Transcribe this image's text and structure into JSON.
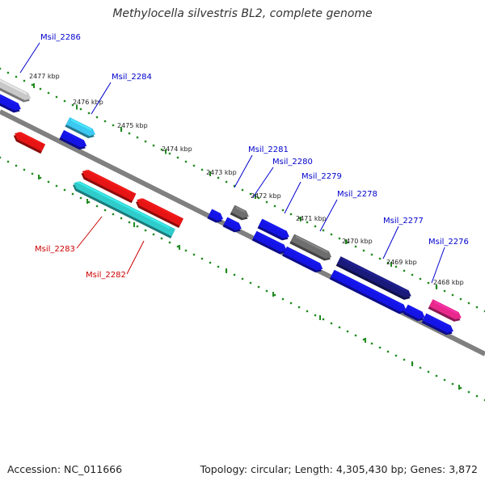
{
  "title": "Methylocella silvestris BL2, complete genome",
  "footer": {
    "accession": "Accession: NC_011666",
    "topology": "Topology: circular; Length: 4,305,430 bp; Genes: 3,872"
  },
  "ticks": [
    "2477 kbp",
    "2476 kbp",
    "2475 kbp",
    "2474 kbp",
    "2473 kbp",
    "2472 kbp",
    "2471 kbp",
    "2470 kbp",
    "2469 kbp",
    "2468 kbp"
  ],
  "gene_labels": [
    {
      "name": "Msil_2286",
      "color": "#0000cc"
    },
    {
      "name": "Msil_2284",
      "color": "#0000cc"
    },
    {
      "name": "Msil_2281",
      "color": "#0000cc"
    },
    {
      "name": "Msil_2280",
      "color": "#0000cc"
    },
    {
      "name": "Msil_2279",
      "color": "#0000cc"
    },
    {
      "name": "Msil_2278",
      "color": "#0000cc"
    },
    {
      "name": "Msil_2277",
      "color": "#0000cc"
    },
    {
      "name": "Msil_2276",
      "color": "#0000cc"
    },
    {
      "name": "Msil_2283",
      "color": "#cc0000"
    },
    {
      "name": "Msil_2282",
      "color": "#cc0000"
    }
  ],
  "colors": {
    "backbone": "#808080",
    "tick_dots": "#228b22",
    "blue_gene": "#1414e6",
    "red_gene": "#e61414",
    "cyan_gene": "#30cccc",
    "light_blue_gene": "#3cc8f0",
    "gray_gene": "#6e6e6e",
    "light_gray_gene": "#c8c8c8",
    "navy_gene": "#1a1a7a",
    "pink_gene": "#e8288c",
    "blue_label": "#0000cc",
    "red_label": "#cc0000"
  }
}
